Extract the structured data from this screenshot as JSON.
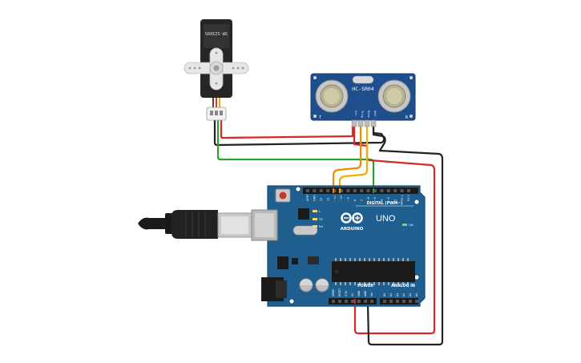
{
  "servo": {
    "model": "SM-S2309S"
  },
  "sensor": {
    "model": "HC-SR04",
    "pin_labels": [
      "Vcc",
      "Trig",
      "Echo",
      "Gnd"
    ],
    "corner_left": "T",
    "corner_right": "R"
  },
  "arduino": {
    "brand": "ARDUINO",
    "model": "UNO",
    "digital_header": "DIGITAL (PWM~)",
    "power_header": "POWER",
    "analog_header": "ANALOG IN",
    "led_on": "ON",
    "led_l": "L",
    "led_tx": "TX",
    "led_rx": "RX",
    "digital_pins": [
      "AREF",
      "GND",
      "13",
      "12",
      "~11",
      "~10",
      "~9",
      "8",
      "7",
      "~6",
      "~5",
      "4",
      "~3",
      "2",
      "TX 1",
      "RX 0"
    ],
    "power_pins": [
      "IOREF",
      "RESET",
      "3.3V",
      "5V",
      "GND",
      "GND",
      "Vin"
    ],
    "analog_pins": [
      "A0",
      "A1",
      "A2",
      "A3",
      "A4",
      "A5"
    ]
  },
  "colors": {
    "board": "#1f5f8f",
    "board_edge": "#174a70",
    "sensor_board": "#1e4e8c",
    "wire_red": "#d62828",
    "wire_black": "#222222",
    "wire_green": "#2aa02a",
    "wire_orange": "#f08a00",
    "wire_yellow": "#e8b400"
  }
}
